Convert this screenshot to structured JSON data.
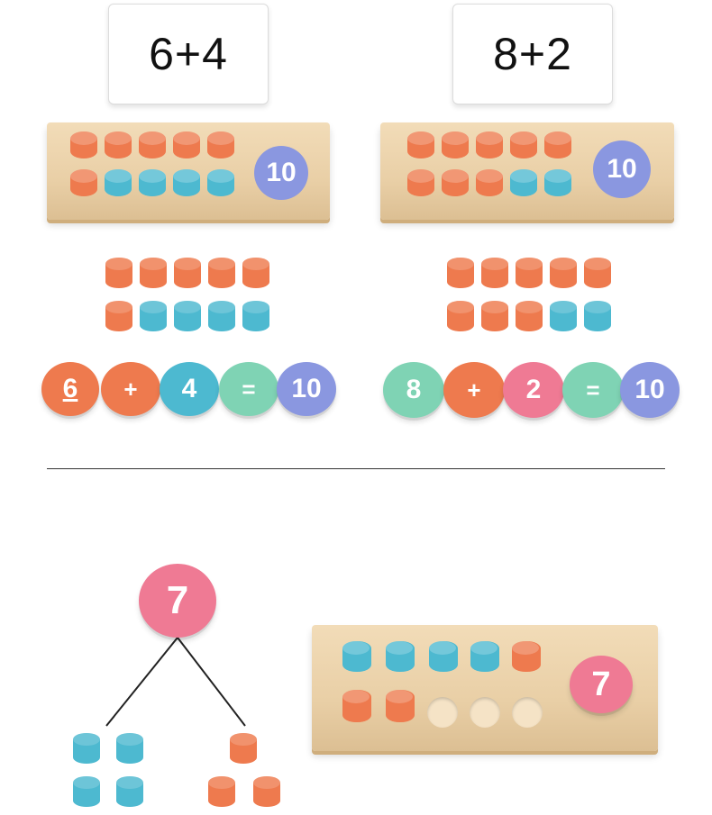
{
  "cards": [
    {
      "text": "6+4"
    },
    {
      "text": "8+2"
    }
  ],
  "boards": [
    {
      "disc_text": "10"
    },
    {
      "disc_text": "10"
    },
    {
      "disc_text": "7"
    }
  ],
  "equations": [
    {
      "tokens": [
        "6",
        "+",
        "4",
        "=",
        "10"
      ]
    },
    {
      "tokens": [
        "8",
        "+",
        "2",
        "=",
        "10"
      ]
    }
  ],
  "tree": {
    "root_text": "7"
  },
  "colors": {
    "orange": "#ee7a4e",
    "blue": "#4db9d0",
    "lavender": "#8a97e0",
    "green": "#7fd3b4",
    "pink": "#ef7a94",
    "wood": "#ead2ab"
  }
}
